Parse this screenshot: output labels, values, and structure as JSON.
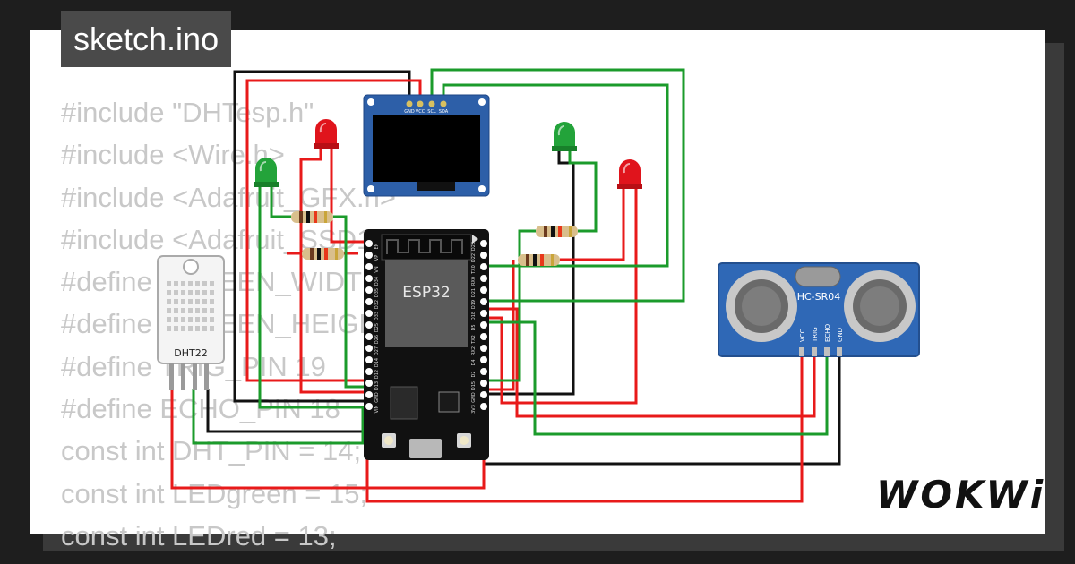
{
  "title": "sketch.ino",
  "logo": "WOKWi",
  "code_lines": [
    "#include \"DHTesp.h\"",
    "#include <Wire.h>",
    "#include <Adafruit_GFX.h>",
    "#include <Adafruit_SSD1306.h>",
    "#define SCREEN_WIDTH 128",
    "#define SCREEN_HEIGHT 64",
    "#define TRIG_PIN 19",
    "#define ECHO_PIN 18",
    "const int DHT_PIN = 14;",
    "const int LEDgreen = 15;",
    "const int LEDred = 13;"
  ],
  "components": {
    "esp32_label": "ESP32",
    "dht_label": "DHT22",
    "sonar_label": "HC-SR04",
    "sonar_pins": [
      "VCC",
      "TRIG",
      "ECHO",
      "GND"
    ],
    "oled_pins": [
      "GND",
      "VCC",
      "SCL",
      "SDA"
    ],
    "esp_left_pins": [
      "EN",
      "VP",
      "VN",
      "D34",
      "D35",
      "D32",
      "D33",
      "D25",
      "D26",
      "D27",
      "D14",
      "D12",
      "D13",
      "GND",
      "VIN"
    ],
    "esp_right_pins": [
      "D23",
      "D22",
      "TX0",
      "RX0",
      "D21",
      "D19",
      "D18",
      "D5",
      "TX2",
      "RX2",
      "D4",
      "D2",
      "D15",
      "GND",
      "3V3"
    ]
  },
  "colors": {
    "wire_red": "#e81a1a",
    "wire_black": "#111111",
    "wire_green": "#1b9b2b",
    "background": "#1e1e1e",
    "code_text": "#c8c8c8"
  }
}
